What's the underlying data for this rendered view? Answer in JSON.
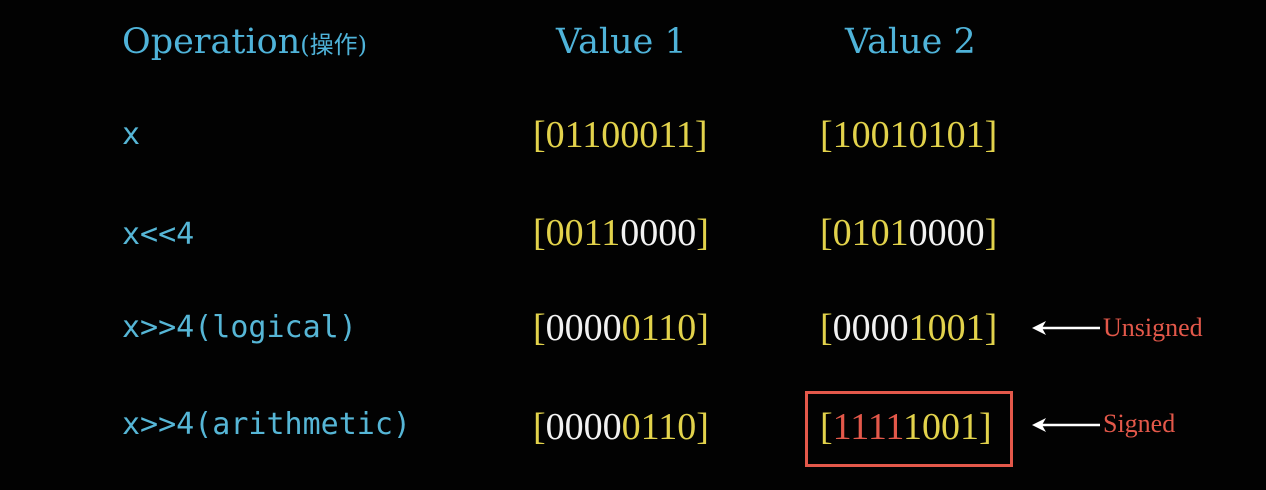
{
  "colors": {
    "background": "#020202",
    "header": "#4fb3d9",
    "operation": "#56b6d6",
    "bit_yellow": "#e2d24b",
    "bit_white": "#f2f2f2",
    "bit_red": "#e3584a",
    "note_red": "#e3584a",
    "arrow": "#ffffff"
  },
  "header": {
    "operation": "Operation",
    "operation_suffix": "(操作)",
    "value1": "Value 1",
    "value2": "Value 2"
  },
  "rows": [
    {
      "operation": "x",
      "value1": [
        {
          "t": "[01100011]",
          "c": "yellow"
        }
      ],
      "value2": [
        {
          "t": "[10010101]",
          "c": "yellow"
        }
      ]
    },
    {
      "operation": "x<<4",
      "value1": [
        {
          "t": "[0011",
          "c": "yellow"
        },
        {
          "t": "0000",
          "c": "white"
        },
        {
          "t": "]",
          "c": "yellow"
        }
      ],
      "value2": [
        {
          "t": "[0101",
          "c": "yellow"
        },
        {
          "t": "0000",
          "c": "white"
        },
        {
          "t": "]",
          "c": "yellow"
        }
      ]
    },
    {
      "operation": "x>>4(logical)",
      "value1": [
        {
          "t": "[",
          "c": "yellow"
        },
        {
          "t": "0000",
          "c": "white"
        },
        {
          "t": "0110]",
          "c": "yellow"
        }
      ],
      "value2": [
        {
          "t": "[",
          "c": "yellow"
        },
        {
          "t": "0000",
          "c": "white"
        },
        {
          "t": "1001]",
          "c": "yellow"
        }
      ],
      "note": "Unsigned"
    },
    {
      "operation": "x>>4(arithmetic)",
      "value1": [
        {
          "t": "[",
          "c": "yellow"
        },
        {
          "t": "0000",
          "c": "white"
        },
        {
          "t": "0110]",
          "c": "yellow"
        }
      ],
      "value2": [
        {
          "t": "[",
          "c": "yellow"
        },
        {
          "t": "1111",
          "c": "red"
        },
        {
          "t": "1001]",
          "c": "yellow"
        }
      ],
      "note": "Signed",
      "value2_highlighted": true
    }
  ]
}
